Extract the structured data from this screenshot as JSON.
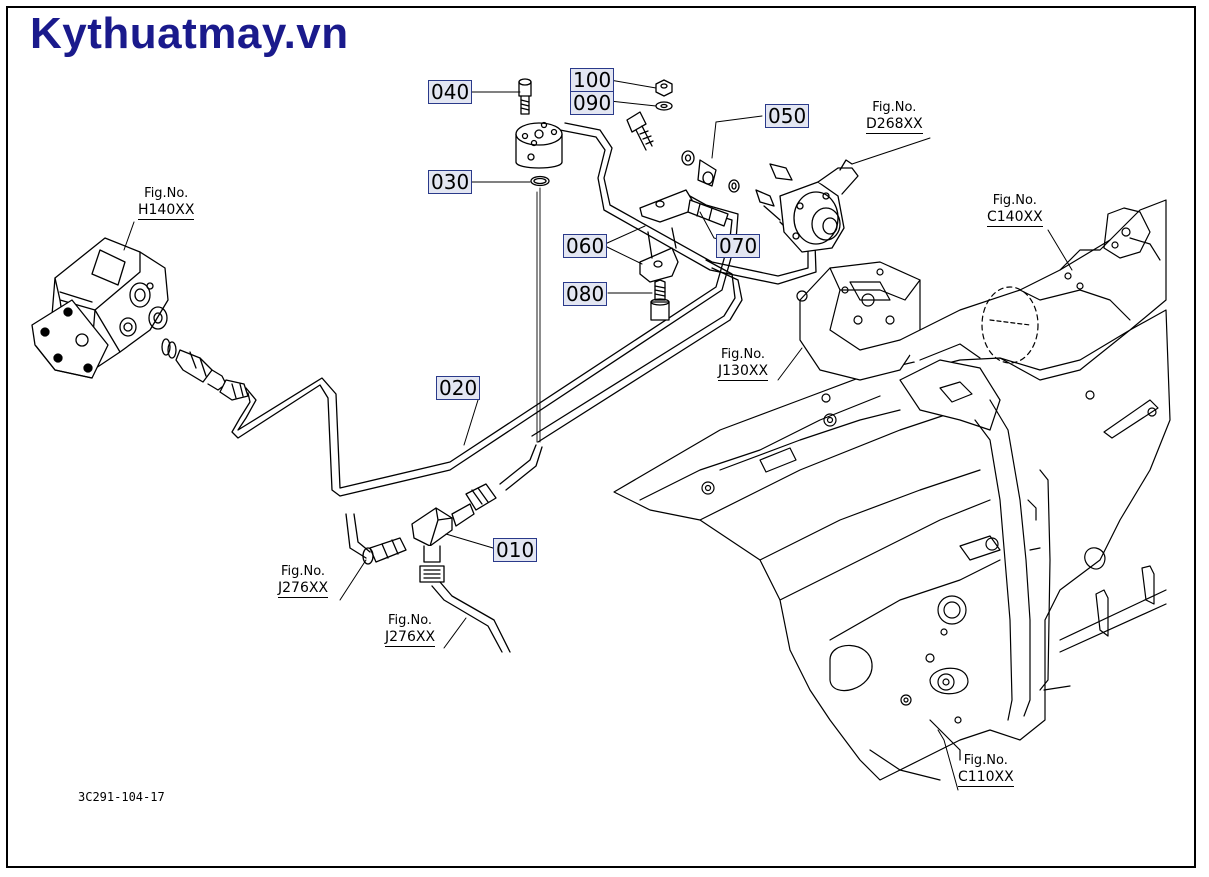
{
  "brand": {
    "text": "Kythuatmay.vn",
    "color": "#1a1a8c"
  },
  "drawing_id": "3C291-104-17",
  "callouts": {
    "c010": "010",
    "c020": "020",
    "c030": "030",
    "c040": "040",
    "c050": "050",
    "c060": "060",
    "c070": "070",
    "c080": "080",
    "c090": "090",
    "c100": "100"
  },
  "figure_refs": {
    "h140": {
      "prefix": "Fig.No.",
      "code": "H140XX"
    },
    "d268": {
      "prefix": "Fig.No.",
      "code": "D268XX"
    },
    "c140": {
      "prefix": "Fig.No.",
      "code": "C140XX"
    },
    "j130": {
      "prefix": "Fig.No.",
      "code": "J130XX"
    },
    "j276a": {
      "prefix": "Fig.No.",
      "code": "J276XX"
    },
    "j276b": {
      "prefix": "Fig.No.",
      "code": "J276XX"
    },
    "c110": {
      "prefix": "Fig.No.",
      "code": "C110XX"
    }
  },
  "colors": {
    "callout_fill": "#e3e6f2",
    "callout_border": "#2a3a8a",
    "line": "#000000"
  }
}
